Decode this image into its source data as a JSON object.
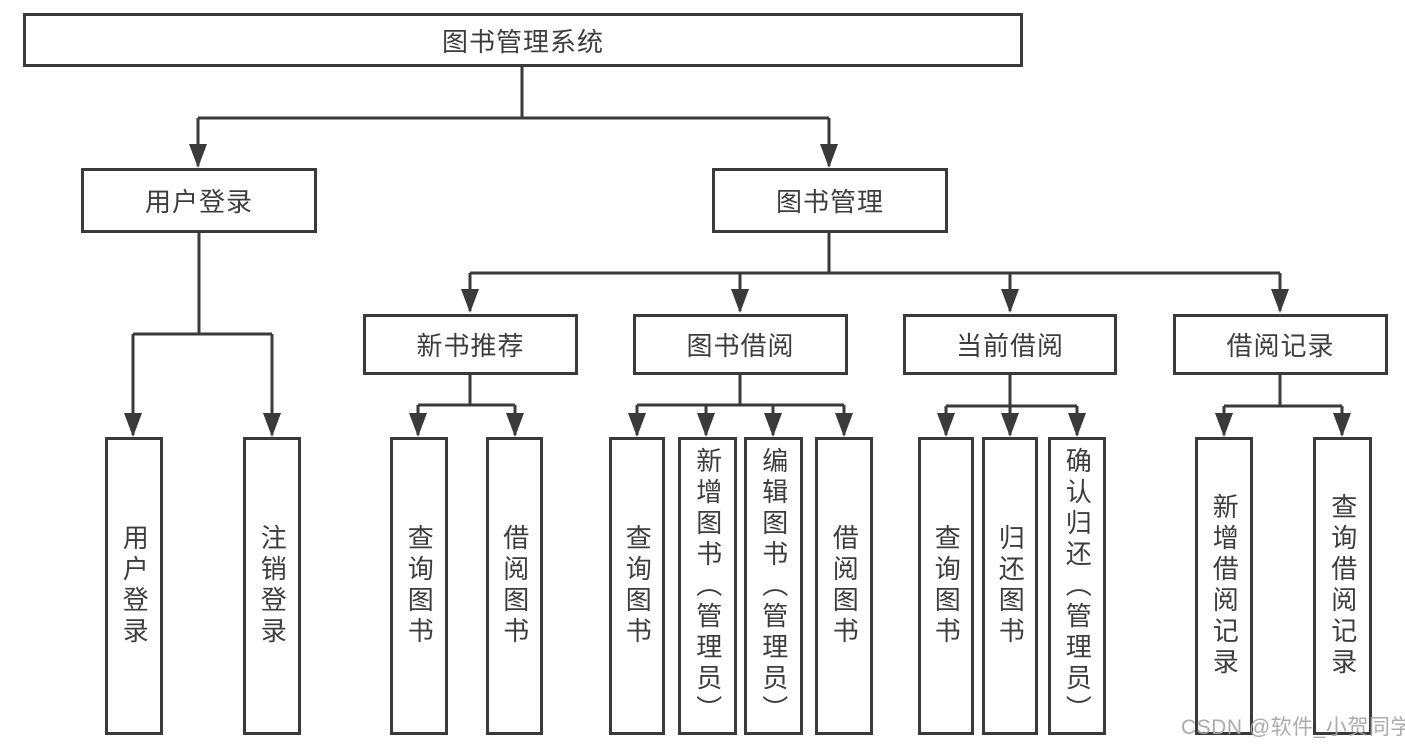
{
  "diagram": {
    "root": {
      "label": "图书管理系统"
    },
    "level2": [
      {
        "label": "用户登录"
      },
      {
        "label": "图书管理"
      }
    ],
    "level3": [
      {
        "label": "新书推荐"
      },
      {
        "label": "图书借阅"
      },
      {
        "label": "当前借阅"
      },
      {
        "label": "借阅记录"
      }
    ],
    "leaves": [
      {
        "label": "用户登录"
      },
      {
        "label": "注销登录"
      },
      {
        "label": "查询图书"
      },
      {
        "label": "借阅图书"
      },
      {
        "label": "查询图书"
      },
      {
        "label": "新增图书（管理员）"
      },
      {
        "label": "编辑图书（管理员）"
      },
      {
        "label": "借阅图书"
      },
      {
        "label": "查询图书"
      },
      {
        "label": "归还图书"
      },
      {
        "label": "确认归还（管理员）"
      },
      {
        "label": "新增借阅记录"
      },
      {
        "label": "查询借阅记录"
      }
    ],
    "watermark": "CSDN @软件_小贺同学",
    "colors": {
      "line": "#3a3a3a",
      "text": "#3d3d3d",
      "watermark": "#a7a7a7",
      "background": "#ffffff"
    }
  }
}
